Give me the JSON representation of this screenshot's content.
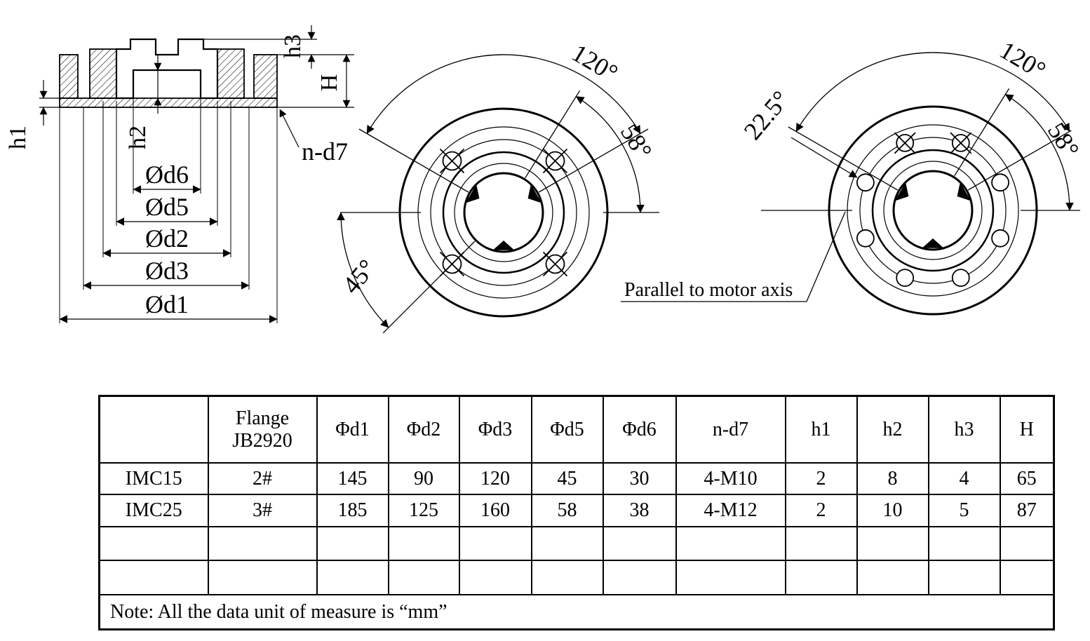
{
  "drawing": {
    "labels": {
      "h1": "h1",
      "h2": "h2",
      "h3": "h3",
      "H": "H",
      "n_d7": "n-d7",
      "d6": "Ød6",
      "d5": "Ød5",
      "d2": "Ød2",
      "d3": "Ød3",
      "d1": "Ød1"
    },
    "front_view": {
      "angle_top": "120°",
      "angle_right": "58°",
      "angle_bottom_left": "45°"
    },
    "side_view": {
      "angle_top": "120°",
      "angle_right": "58°",
      "angle_hole": "22.5°"
    },
    "annotation_parallel": "Parallel to motor axis"
  },
  "table": {
    "header": {
      "model": "",
      "flange_line1": "Flange",
      "flange_line2": "JB2920",
      "d1": "Φd1",
      "d2": "Φd2",
      "d3": "Φd3",
      "d5": "Φd5",
      "d6": "Φd6",
      "n_d7": "n-d7",
      "h1": "h1",
      "h2": "h2",
      "h3": "h3",
      "H": "H"
    },
    "rows": [
      {
        "model": "IMC15",
        "flange": "2#",
        "d1": "145",
        "d2": "90",
        "d3": "120",
        "d5": "45",
        "d6": "30",
        "n_d7": "4-M10",
        "h1": "2",
        "h2": "8",
        "h3": "4",
        "H": "65"
      },
      {
        "model": "IMC25",
        "flange": "3#",
        "d1": "185",
        "d2": "125",
        "d3": "160",
        "d5": "58",
        "d6": "38",
        "n_d7": "4-M12",
        "h1": "2",
        "h2": "10",
        "h3": "5",
        "H": "87"
      },
      {
        "model": "",
        "flange": "",
        "d1": "",
        "d2": "",
        "d3": "",
        "d5": "",
        "d6": "",
        "n_d7": "",
        "h1": "",
        "h2": "",
        "h3": "",
        "H": ""
      },
      {
        "model": "",
        "flange": "",
        "d1": "",
        "d2": "",
        "d3": "",
        "d5": "",
        "d6": "",
        "n_d7": "",
        "h1": "",
        "h2": "",
        "h3": "",
        "H": ""
      }
    ],
    "note": "Note: All the data unit of measure is “mm”"
  }
}
